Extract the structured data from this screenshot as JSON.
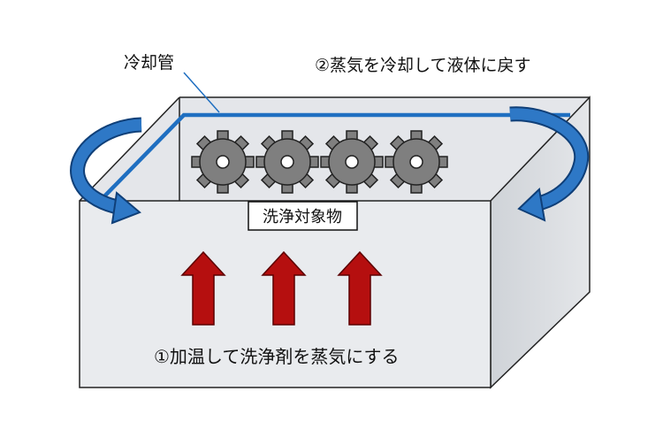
{
  "labels": {
    "cooling_pipe": "冷却管",
    "step2": "②蒸気を冷却して液体に戻す",
    "target": "洗浄対象物",
    "step1": "①加温して洗浄剤を蒸気にする"
  },
  "icons": {
    "gear": "gear-icon",
    "up_arrow": "up-arrow-icon",
    "curved_arrow": "curved-arrow-icon"
  },
  "colors": {
    "tank_fill": "#e9ebee",
    "tank_side": "#dcdfe3",
    "tank_stroke": "#222222",
    "pipe": "#1f6fc1",
    "curved_arrow": "#1f63b0",
    "up_arrow": "#b50f0f",
    "gear": "#7f7f7f"
  }
}
